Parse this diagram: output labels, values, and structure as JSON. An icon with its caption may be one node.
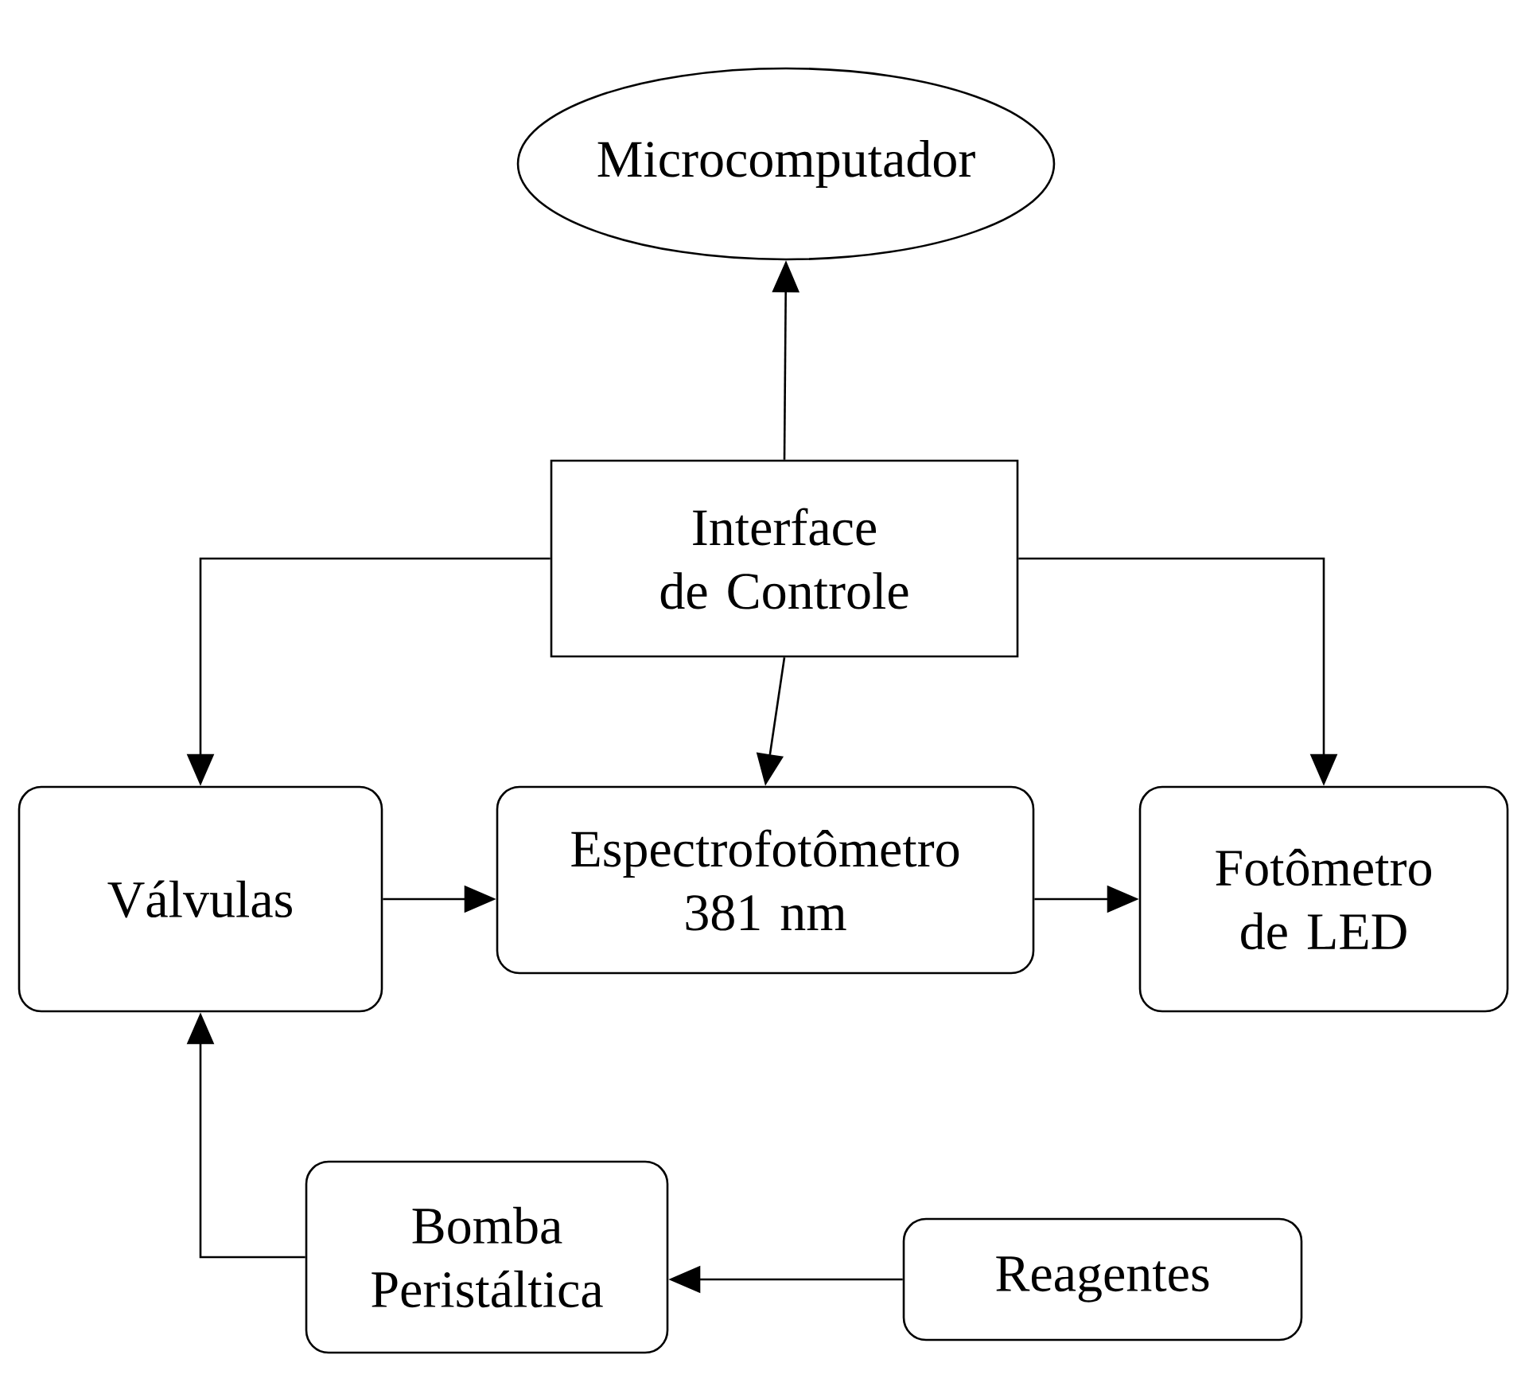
{
  "diagram": {
    "nodes": [
      {
        "text": [
          "Microcomputador"
        ]
      },
      {
        "text": [
          "Interface de Controle"
        ]
      },
      {
        "text": [
          "Válvulas"
        ]
      },
      {
        "text": [
          "Espectrofotômetro 381 nm"
        ]
      },
      {
        "text": [
          "Fotômetro de LED"
        ]
      },
      {
        "text": [
          "Bomba Peristáltica"
        ]
      },
      {
        "text": [
          "Reagentes"
        ]
      }
    ],
    "edges": [
      {
        "from": 1,
        "to": 0,
        "arrow": "to"
      },
      {
        "from": 1,
        "to": 2,
        "arrow": "to"
      },
      {
        "from": 1,
        "to": 3,
        "arrow": "to"
      },
      {
        "from": 1,
        "to": 4,
        "arrow": "to"
      },
      {
        "from": 2,
        "to": 3,
        "arrow": "to"
      },
      {
        "from": 3,
        "to": 4,
        "arrow": "to"
      },
      {
        "from": 6,
        "to": 5,
        "arrow": "to"
      },
      {
        "from": 5,
        "to": 2,
        "arrow": "to"
      }
    ]
  }
}
